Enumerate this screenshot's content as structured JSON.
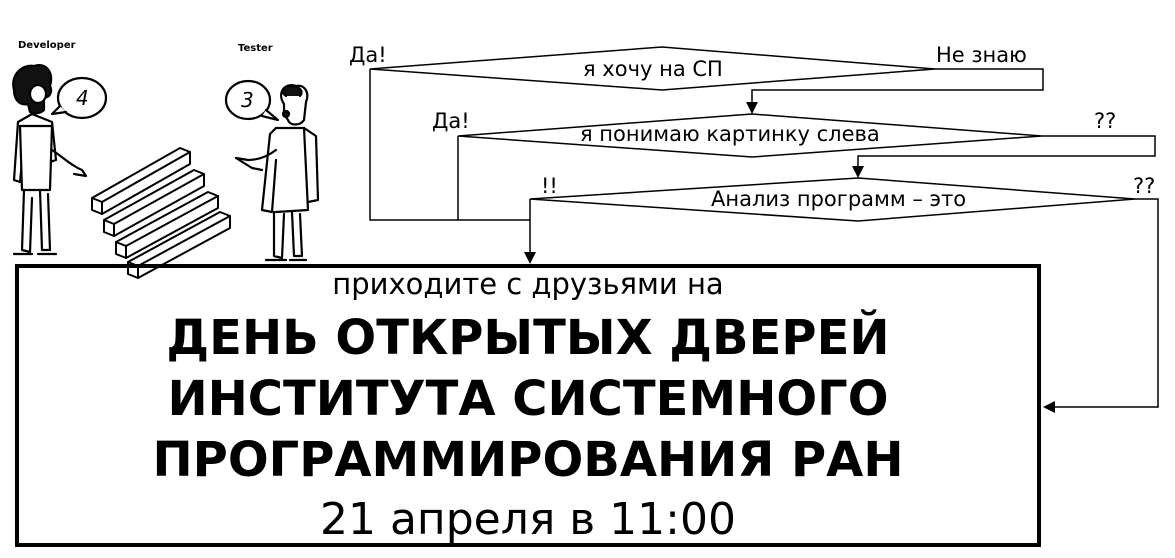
{
  "cartoon": {
    "developer_label": "Developer",
    "tester_label": "Tester",
    "developer_says": "4",
    "tester_says": "3"
  },
  "flowchart": {
    "decisions": [
      {
        "text": "я хочу на СП",
        "yes_label": "Да!",
        "other_label": "Не знаю"
      },
      {
        "text": "я понимаю картинку слева",
        "yes_label": "Да!",
        "other_label": "??"
      },
      {
        "text": "Анализ программ – это",
        "yes_label": "!!",
        "other_label": "??"
      }
    ]
  },
  "banner": {
    "intro": "приходите с друзьями на",
    "title_lines": [
      "ДЕНЬ ОТКРЫТЫХ ДВЕРЕЙ",
      "ИНСТИТУТА СИСТЕМНОГО",
      "ПРОГРАММИРОВАНИЯ РАН"
    ],
    "date": "21 апреля в 11:00"
  }
}
